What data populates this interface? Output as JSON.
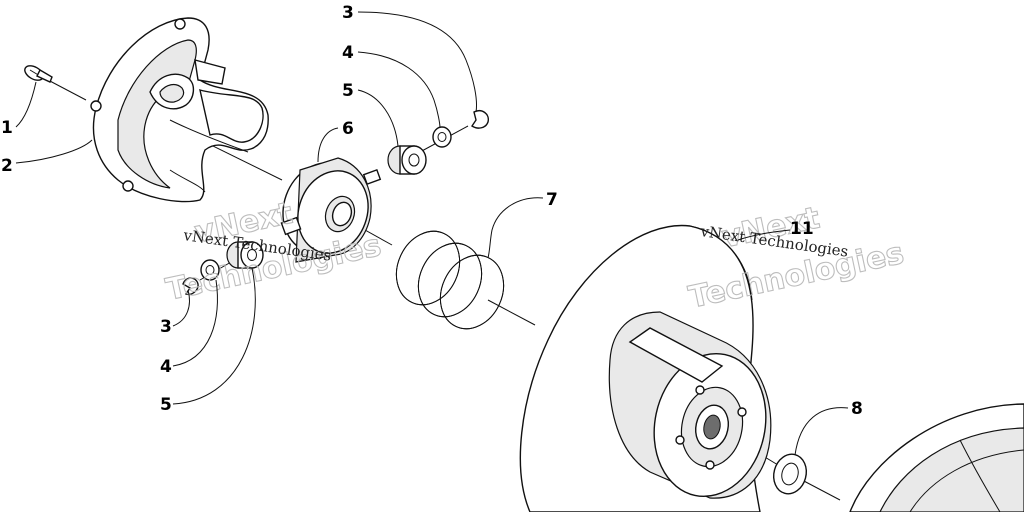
{
  "callouts": [
    {
      "id": "c1",
      "label": "1"
    },
    {
      "id": "c2",
      "label": "2"
    },
    {
      "id": "c3a",
      "label": "3"
    },
    {
      "id": "c4a",
      "label": "4"
    },
    {
      "id": "c5a",
      "label": "5"
    },
    {
      "id": "c6",
      "label": "6"
    },
    {
      "id": "c7",
      "label": "7"
    },
    {
      "id": "c3b",
      "label": "3"
    },
    {
      "id": "c4b",
      "label": "4"
    },
    {
      "id": "c5b",
      "label": "5"
    },
    {
      "id": "c11",
      "label": "11"
    },
    {
      "id": "c8",
      "label": "8"
    }
  ],
  "watermarks": [
    {
      "id": "wm1",
      "caption": "vNext Technologies",
      "outline_top": "vNext",
      "outline_bottom": "Technologies"
    },
    {
      "id": "wm2",
      "caption": "vNext Technologies",
      "outline_top": "vNext",
      "outline_bottom": "Technologies"
    }
  ]
}
